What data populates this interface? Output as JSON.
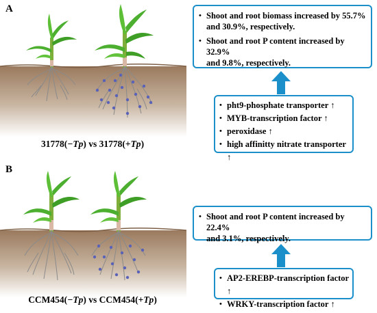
{
  "panels": [
    {
      "letter": "A",
      "caption": {
        "line1_a": "31778(",
        "line1_b": "−Tp",
        "line1_c": ") vs 31778(+",
        "line1_d": "Tp",
        "line1_e": ")"
      },
      "result_items": [
        {
          "line1": "Shoot and root biomass increased by 55.7%",
          "line2": "and 30.9%, respectively."
        },
        {
          "line1": "Shoot and root P content increased by 32.9%",
          "line2": "and 9.8%, respectively."
        }
      ],
      "gene_items": [
        "pht9-phosphate transporter ↑",
        "MYB-transcription factor ↑",
        "peroxidase ↑",
        "high affinitty nitrate transporter ↑"
      ]
    },
    {
      "letter": "B",
      "caption": {
        "line1_a": "CCM454(",
        "line1_b": "−Tp",
        "line1_c": ") vs CCM454(+",
        "line1_d": "Tp",
        "line1_e": ")"
      },
      "result_items": [
        {
          "line1": "Shoot and root P content increased by 22.4%",
          "line2": "and 3.1%, respectively."
        }
      ],
      "gene_items": [
        "AP2-EREBP-transcription factor ↑",
        "WRKY-transcription factor ↑"
      ]
    }
  ],
  "colors": {
    "box_border": "#1a8fc9",
    "arrow": "#1a8fc9",
    "soil_top": "#9a7a5e",
    "leaf": "#4caf2f",
    "dot": "#5a62b8"
  }
}
